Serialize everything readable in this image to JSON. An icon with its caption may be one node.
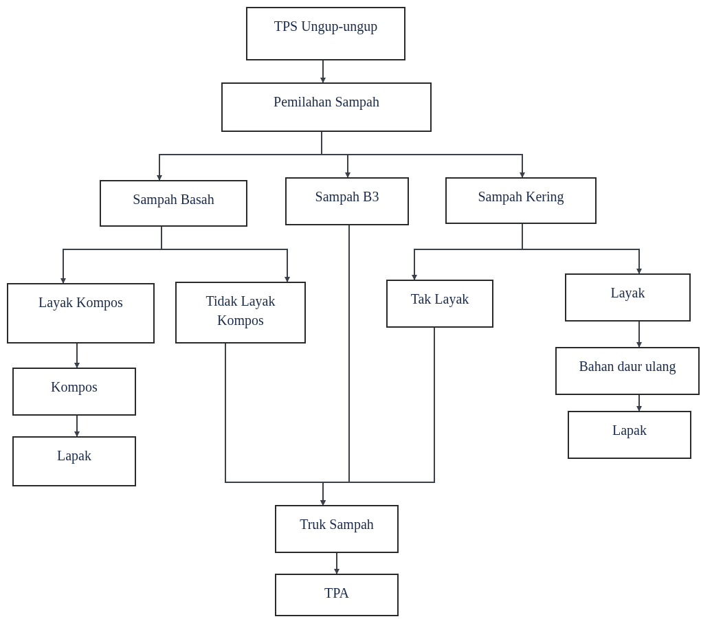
{
  "diagram": {
    "nodes": [
      {
        "text": [
          "TPS Ungup-ungup"
        ]
      },
      {
        "text": [
          "Pemilahan Sampah"
        ]
      },
      {
        "text": [
          "Sampah Basah"
        ]
      },
      {
        "text": [
          "Sampah B3"
        ]
      },
      {
        "text": [
          "Sampah Kering"
        ]
      },
      {
        "text": [
          "Layak Kompos"
        ]
      },
      {
        "text": [
          "Tidak Layak Kompos"
        ]
      },
      {
        "text": [
          "Tak Layak"
        ]
      },
      {
        "text": [
          "Layak"
        ]
      },
      {
        "text": [
          "Kompos"
        ]
      },
      {
        "text": [
          "Bahan daur ulang"
        ]
      },
      {
        "text": [
          "Lapak"
        ]
      },
      {
        "text": [
          "Lapak"
        ]
      },
      {
        "text": [
          "Truk Sampah"
        ]
      },
      {
        "text": [
          "TPA"
        ]
      }
    ],
    "edges": [
      {
        "from": 0,
        "to": 1,
        "arrow": "to"
      },
      {
        "from": 1,
        "to": 2,
        "arrow": "to"
      },
      {
        "from": 1,
        "to": 3,
        "arrow": "to"
      },
      {
        "from": 1,
        "to": 4,
        "arrow": "to"
      },
      {
        "from": 2,
        "to": 5,
        "arrow": "to"
      },
      {
        "from": 2,
        "to": 6,
        "arrow": "to"
      },
      {
        "from": 4,
        "to": 7,
        "arrow": "to"
      },
      {
        "from": 4,
        "to": 8,
        "arrow": "to"
      },
      {
        "from": 5,
        "to": 9,
        "arrow": "to"
      },
      {
        "from": 9,
        "to": 11,
        "arrow": "to"
      },
      {
        "from": 8,
        "to": 10,
        "arrow": "to"
      },
      {
        "from": 10,
        "to": 12,
        "arrow": "to"
      },
      {
        "from": 6,
        "to": 13,
        "arrow": "to"
      },
      {
        "from": 3,
        "to": 13,
        "arrow": "to"
      },
      {
        "from": 7,
        "to": 13,
        "arrow": "to"
      },
      {
        "from": 13,
        "to": 14,
        "arrow": "to"
      }
    ]
  }
}
